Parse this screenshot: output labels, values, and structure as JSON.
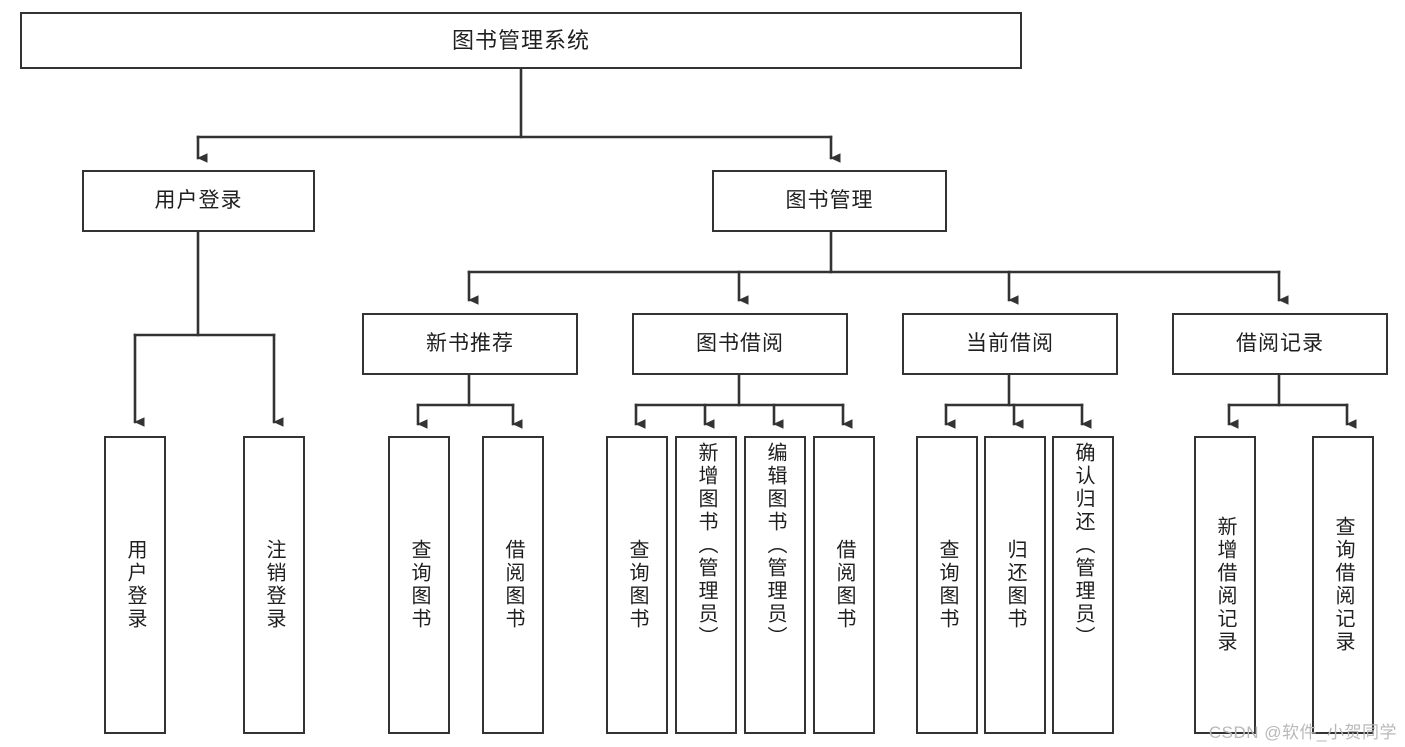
{
  "diagram": {
    "title": "图书管理系统",
    "type": "tree",
    "root": {
      "label": "图书管理系统"
    },
    "level2": [
      {
        "label": "用户登录"
      },
      {
        "label": "图书管理"
      }
    ],
    "level3": [
      {
        "label": "新书推荐"
      },
      {
        "label": "图书借阅"
      },
      {
        "label": "当前借阅"
      },
      {
        "label": "借阅记录"
      }
    ],
    "leaves": {
      "user_login": [
        {
          "label": "用户登录"
        },
        {
          "label": "注销登录"
        }
      ],
      "new_book_recommend": [
        {
          "label": "查询图书"
        },
        {
          "label": "借阅图书"
        }
      ],
      "book_borrow": [
        {
          "label": "查询图书"
        },
        {
          "label": "新增图书（管理员）"
        },
        {
          "label": "编辑图书（管理员）"
        },
        {
          "label": "借阅图书"
        }
      ],
      "current_borrow": [
        {
          "label": "查询图书"
        },
        {
          "label": "归还图书"
        },
        {
          "label": "确认归还（管理员）"
        }
      ],
      "borrow_record": [
        {
          "label": "新增借阅记录"
        },
        {
          "label": "查询借阅记录"
        }
      ]
    }
  },
  "watermark": {
    "text": "CSDN @软件_小贺同学"
  },
  "colors": {
    "background": "#ffffff",
    "border": "#333333",
    "text": "#1f1f1f",
    "watermark": "#b9b9b9"
  }
}
